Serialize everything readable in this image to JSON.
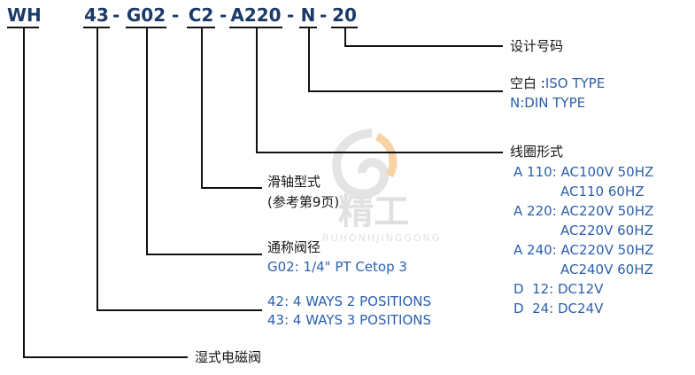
{
  "model_code": {
    "segments": [
      "WH",
      "43",
      "G02",
      "C2",
      "A220",
      "N",
      "20"
    ],
    "separator": "-"
  },
  "right_column": {
    "design_number": "设计号码",
    "blank_prefix": "空白 :",
    "blank_value": "ISO TYPE",
    "n_type": "N:DIN TYPE",
    "coil_type_label": "线圈形式",
    "coil_options": [
      "A 110: AC100V 50HZ",
      "AC110 60HZ",
      "A 220: AC220V 50HZ",
      "AC220V 60HZ",
      "A 240: AC220V 50HZ",
      "AC240V 60HZ",
      "D  12: DC12V",
      "D  24: DC24V"
    ]
  },
  "middle_column": {
    "spool_label": "滑轴型式",
    "spool_note": "(参考第9页)",
    "valve_size_label": "通称阀径",
    "valve_size_value": "G02: 1/4\" PT Cetop 3",
    "ways_42": "42: 4 WAYS 2 POSITIONS",
    "ways_43": "43: 4 WAYS 3 POSITIONS",
    "wet_valve_label": "湿式电磁阀"
  },
  "watermark": {
    "text": "精工",
    "subtext": "RUHONHJINGGONG"
  },
  "colors": {
    "code_navy": "#1b3a68",
    "value_blue": "#2b5fad",
    "text_black": "#151515",
    "line_black": "#111111",
    "watermark_gray": "#c8c8c8",
    "watermark_orange": "#f2b05e"
  }
}
